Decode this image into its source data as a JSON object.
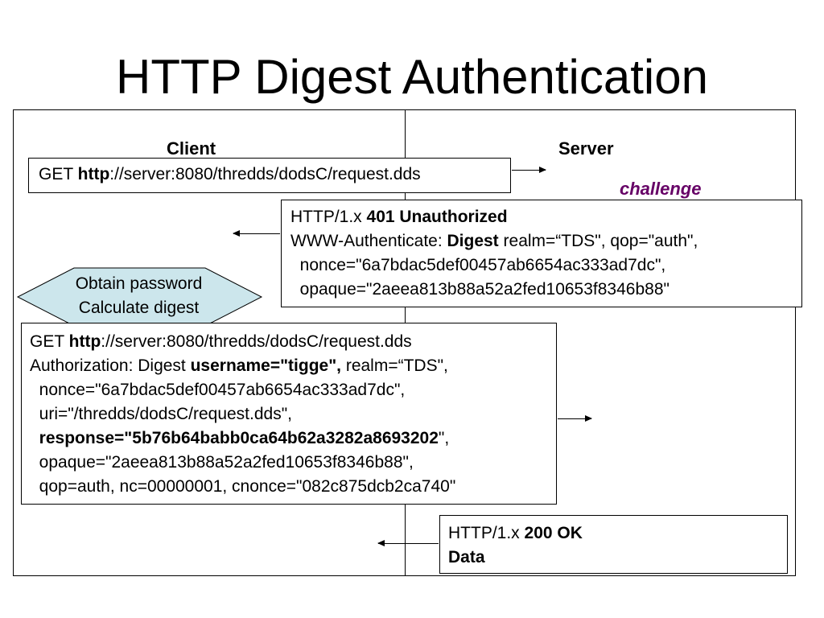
{
  "title": "HTTP Digest Authentication",
  "columns": {
    "client": "Client",
    "server": "Server"
  },
  "challenge_label": "challenge",
  "request1": {
    "prefix": "GET ",
    "scheme": "http",
    "rest": "://server:8080/thredds/dodsC/request.dds"
  },
  "response401": {
    "line1_a": "HTTP/1.x ",
    "line1_b": "401 Unauthorized",
    "line2_a": "WWW-Authenticate: ",
    "line2_b": "Digest",
    "line2_c": " realm=“TDS\", qop=\"auth\",",
    "line3": "  nonce=\"6a7bdac5def00457ab6654ac333ad7dc\",",
    "line4": "  opaque=\"2aeea813b88a52a2fed10653f8346b88\""
  },
  "decision": {
    "line1": "Obtain password",
    "line2": "Calculate digest"
  },
  "request2": {
    "line1_a": "GET ",
    "line1_b": "http",
    "line1_c": "://server:8080/thredds/dodsC/request.dds",
    "line2_a": "Authorization: Digest ",
    "line2_b": "username=\"tigge\",",
    "line2_c": " realm=“TDS\",",
    "line3": "  nonce=\"6a7bdac5def00457ab6654ac333ad7dc\",",
    "line4": "  uri=\"/thredds/dodsC/request.dds\",",
    "line5_a": "  ",
    "line5_b": "response=\"5b76b64babb0ca64b62a3282a8693202",
    "line5_c": "\",",
    "line6": "  opaque=\"2aeea813b88a52a2fed10653f8346b88\",",
    "line7": "  qop=auth, nc=00000001, cnonce=\"082c875dcb2ca740\""
  },
  "response200": {
    "line1_a": "HTTP/1.x ",
    "line1_b": "200 OK",
    "line2": "Data"
  },
  "colors": {
    "challenge": "#660066",
    "decision_fill": "#cce6ec"
  }
}
